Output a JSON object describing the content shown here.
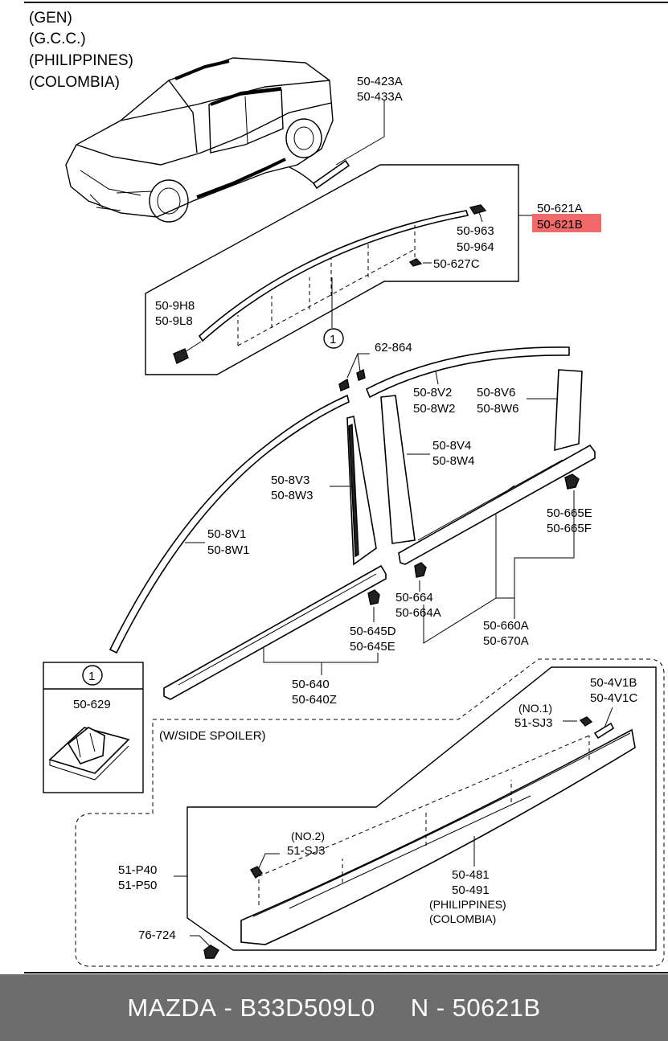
{
  "header_notes": [
    "(GEN)",
    "(G.C.C.)",
    "(PHILIPPINES)",
    "(COLOMBIA)"
  ],
  "colors": {
    "highlight": "#f06a6a",
    "footer_bg": "#6d6d6d",
    "footer_text": "#ffffff"
  },
  "labels": {
    "l_423": [
      "50-423A",
      "50-433A"
    ],
    "l_621": [
      "50-621A"
    ],
    "l_621b": "50-621B",
    "l_963": [
      "50-963",
      "50-964"
    ],
    "l_627": "50-627C",
    "l_9h8": [
      "50-9H8",
      "50-9L8"
    ],
    "circle_1": "1",
    "l_62864": "62-864",
    "l_8v2": [
      "50-8V2",
      "50-8W2"
    ],
    "l_8v6": [
      "50-8V6",
      "50-8W6"
    ],
    "l_8v4": [
      "50-8V4",
      "50-8W4"
    ],
    "l_8v3": [
      "50-8V3",
      "50-8W3"
    ],
    "l_8v1": [
      "50-8V1",
      "50-8W1"
    ],
    "l_665": [
      "50-665E",
      "50-665F"
    ],
    "l_664": [
      "50-664",
      "50-664A"
    ],
    "l_660": [
      "50-660A",
      "50-670A"
    ],
    "l_645": [
      "50-645D",
      "50-645E"
    ],
    "l_640": [
      "50-640",
      "50-640Z"
    ],
    "inset_circle": "1",
    "inset_part": "50-629",
    "spoiler_title": "(W/SIDE SPOILER)",
    "l_4v1": [
      "50-4V1B",
      "50-4V1C"
    ],
    "l_sj3_1": [
      "(NO.1)",
      "51-SJ3"
    ],
    "l_sj3_2": [
      "(NO.2)",
      "51-SJ3"
    ],
    "l_p40": [
      "51-P40",
      "51-P50"
    ],
    "l_481": [
      "50-481",
      "50-491",
      "(PHILIPPINES)",
      "(COLOMBIA)"
    ],
    "l_724": "76-724"
  },
  "footer": {
    "brand": "MAZDA",
    "part_number": "B33D509L0",
    "n": "N",
    "ref": "50621B"
  }
}
